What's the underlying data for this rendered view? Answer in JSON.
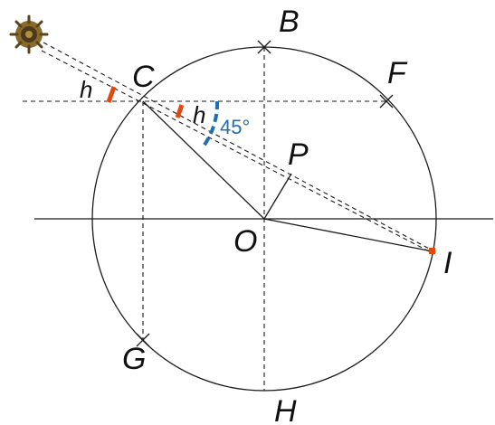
{
  "points": {
    "B": "B",
    "C": "C",
    "F": "F",
    "P": "P",
    "O": "O",
    "I": "I",
    "G": "G",
    "H": "H"
  },
  "angle_labels": {
    "h_outer": "h",
    "h_inner": "h",
    "right_angle": "45°"
  },
  "colors": {
    "line": "#1a1a1a",
    "highlight_orange": "#e04a12",
    "highlight_blue": "#1f6fb0"
  },
  "icons": {
    "sun": "sun-icon"
  }
}
